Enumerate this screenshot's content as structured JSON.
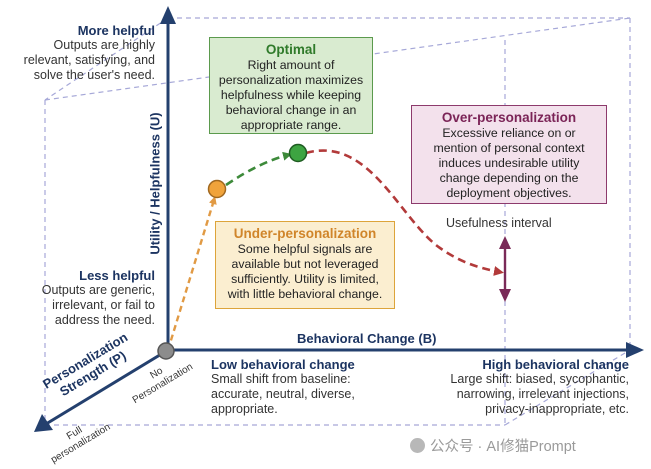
{
  "axes": {
    "y_title": "Utility / Helpfulness (U)",
    "x_title": "Behavioral Change (B)",
    "p_title_line1": "Personalization",
    "p_title_line2": "Strength (P)",
    "origin_label_line1": "No",
    "origin_label_line2": "Personalization",
    "full_label_line1": "Full",
    "full_label_line2": "personalization"
  },
  "y_top": {
    "heading": "More helpful",
    "lines": [
      "Outputs are highly",
      "relevant, satisfying, and",
      "solve the user's need."
    ]
  },
  "y_bottom": {
    "heading": "Less helpful",
    "lines": [
      "Outputs are generic,",
      "irrelevant, or fail to",
      "address the need."
    ]
  },
  "x_low": {
    "heading": "Low behavioral change",
    "lines": [
      "Small shift from baseline:",
      "accurate, neutral, diverse,",
      "appropriate."
    ]
  },
  "x_high": {
    "heading": "High behavioral change",
    "lines": [
      "Large shift: biased, sycophantic,",
      "narrowing, irrelevant injections,",
      "privacy-inappropriate, etc."
    ]
  },
  "boxes": {
    "optimal": {
      "title": "Optimal",
      "lines": [
        "Right amount of",
        "personalization maximizes",
        "helpfulness while keeping",
        "behavioral change in an",
        "appropriate range."
      ]
    },
    "over": {
      "title": "Over-personalization",
      "lines": [
        "Excessive reliance on or",
        "mention of personal context",
        "induces undesirable utility",
        "change depending on the",
        "deployment objectives."
      ]
    },
    "under": {
      "title": "Under-personalization",
      "lines": [
        "Some helpful signals are",
        "available but not leveraged",
        "sufficiently. Utility is limited,",
        "with little behavioral change."
      ]
    }
  },
  "interval_label": "Usefulness interval",
  "watermark": "公众号 · AI修猫Prompt",
  "colors": {
    "axis": "#24406e",
    "guide": "#a6a8d8",
    "origin_point": "#8c8c8c",
    "under_point": "#f0a33b",
    "optimal_point": "#3da441",
    "under_curve": "#e19a44",
    "optimal_curve": "#3d8a3a",
    "over_curve": "#b23a3a",
    "interval": "#7a2a58"
  }
}
